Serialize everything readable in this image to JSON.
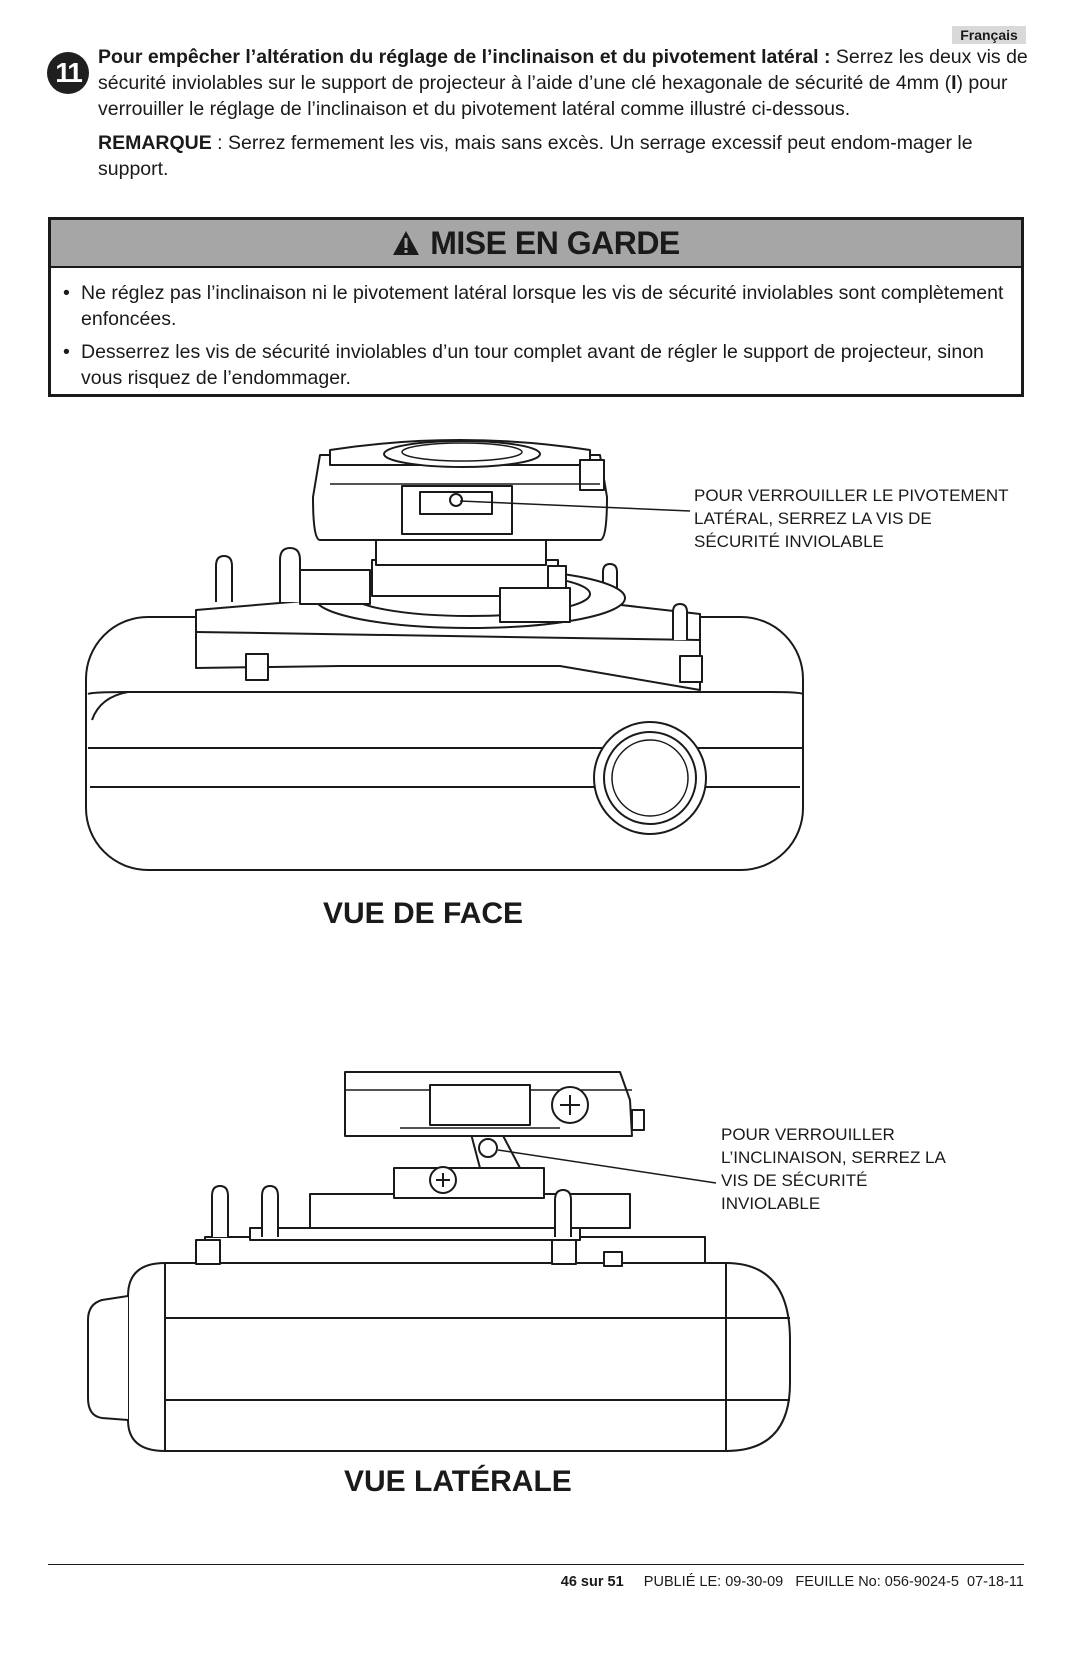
{
  "header": {
    "language": "Français"
  },
  "step": {
    "number": "11",
    "title": "Pour empêcher l’altération du réglage de l’inclinaison et du pivotement latéral :",
    "body_1": " Serrez les deux vis de sécurité inviolables sur le support de projecteur à l’aide d’une clé hexagonale de sécurité de 4mm (",
    "body_key": "I",
    "body_2": ") pour verrouiller le réglage de l’inclinaison et du pivotement latéral comme illustré ci-dessous.",
    "note_label": "REMARQUE",
    "note_text": " : Serrez fermement les vis, mais sans excès. Un serrage excessif peut endom-mager le support."
  },
  "caution": {
    "title": "MISE EN GARDE",
    "items": [
      "Ne réglez pas l’inclinaison ni le pivotement latéral lorsque les vis de sécurité inviolables sont complètement enfoncées.",
      "Desserrez les vis de sécurité inviolables d’un tour complet avant de régler le support de projecteur, sinon vous risquez de l’endommager."
    ]
  },
  "front_view": {
    "callout": "POUR VERROUILLER LE PIVOTEMENT LATÉRAL, SERREZ LA VIS DE SÉCURITÉ INVIOLABLE",
    "title": "VUE DE FACE"
  },
  "side_view": {
    "callout": "POUR VERROUILLER L’INCLINAISON, SERREZ LA VIS DE SÉCURITÉ INVIOLABLE",
    "title": "VUE LATÉRALE"
  },
  "footer": {
    "page": "46 sur 51",
    "published": "PUBLIÉ LE: 09-30-09",
    "sheet": "FEUILLE No: 056-9024-5  07-18-11"
  },
  "colors": {
    "caution_header": "#a6a6a6",
    "language_tag": "#d9d9d9",
    "ink": "#1a1a1a"
  }
}
